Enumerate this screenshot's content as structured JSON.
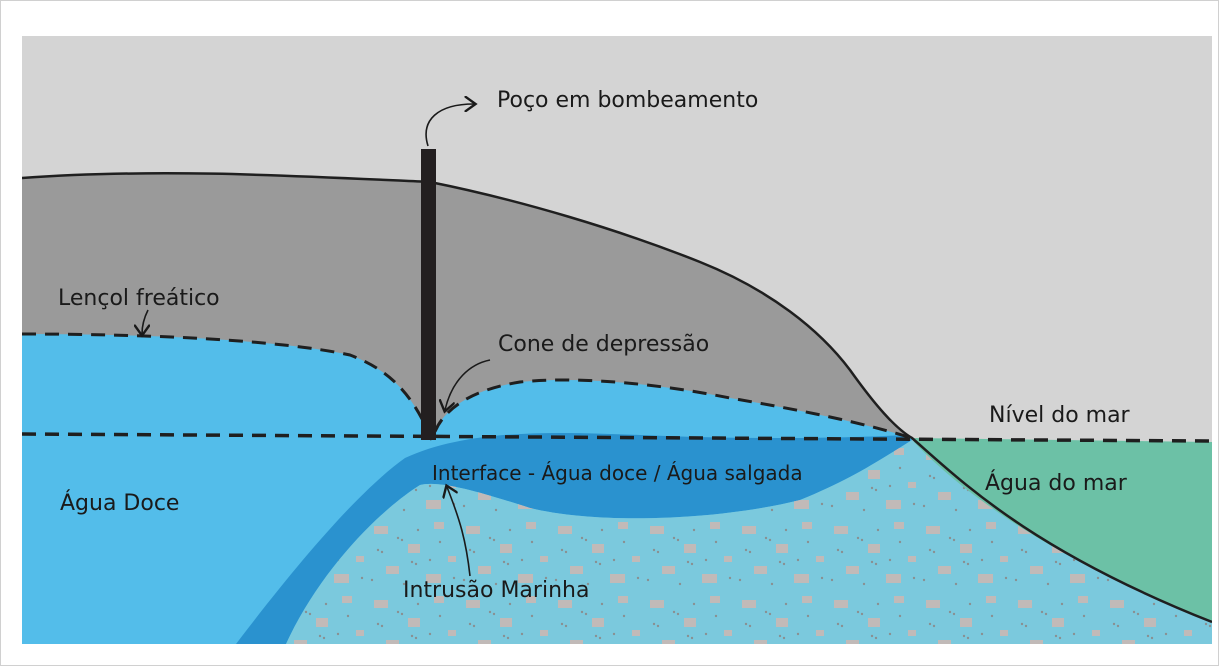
{
  "diagram": {
    "labels": {
      "pumping_well": "Poço em bombeamento",
      "water_table": "Lençol freático",
      "depression_cone": "Cone de depressão",
      "sea_level": "Nível do mar",
      "interface": "Interface - Água doce / Água salgada",
      "fresh_water": "Água Doce",
      "sea_water": "Água do mar",
      "marine_intrusion": "Intrusão Marinha"
    },
    "colors": {
      "sky": "#d4d4d4",
      "land": "#9a9a9a",
      "fresh_water": "#53bdea",
      "interface_band": "#2a92cf",
      "intrusion_zone": "#7bc9dd",
      "sea": "#6cc1a6",
      "well": "#231f20",
      "speckle": "#c9b8b4"
    }
  }
}
